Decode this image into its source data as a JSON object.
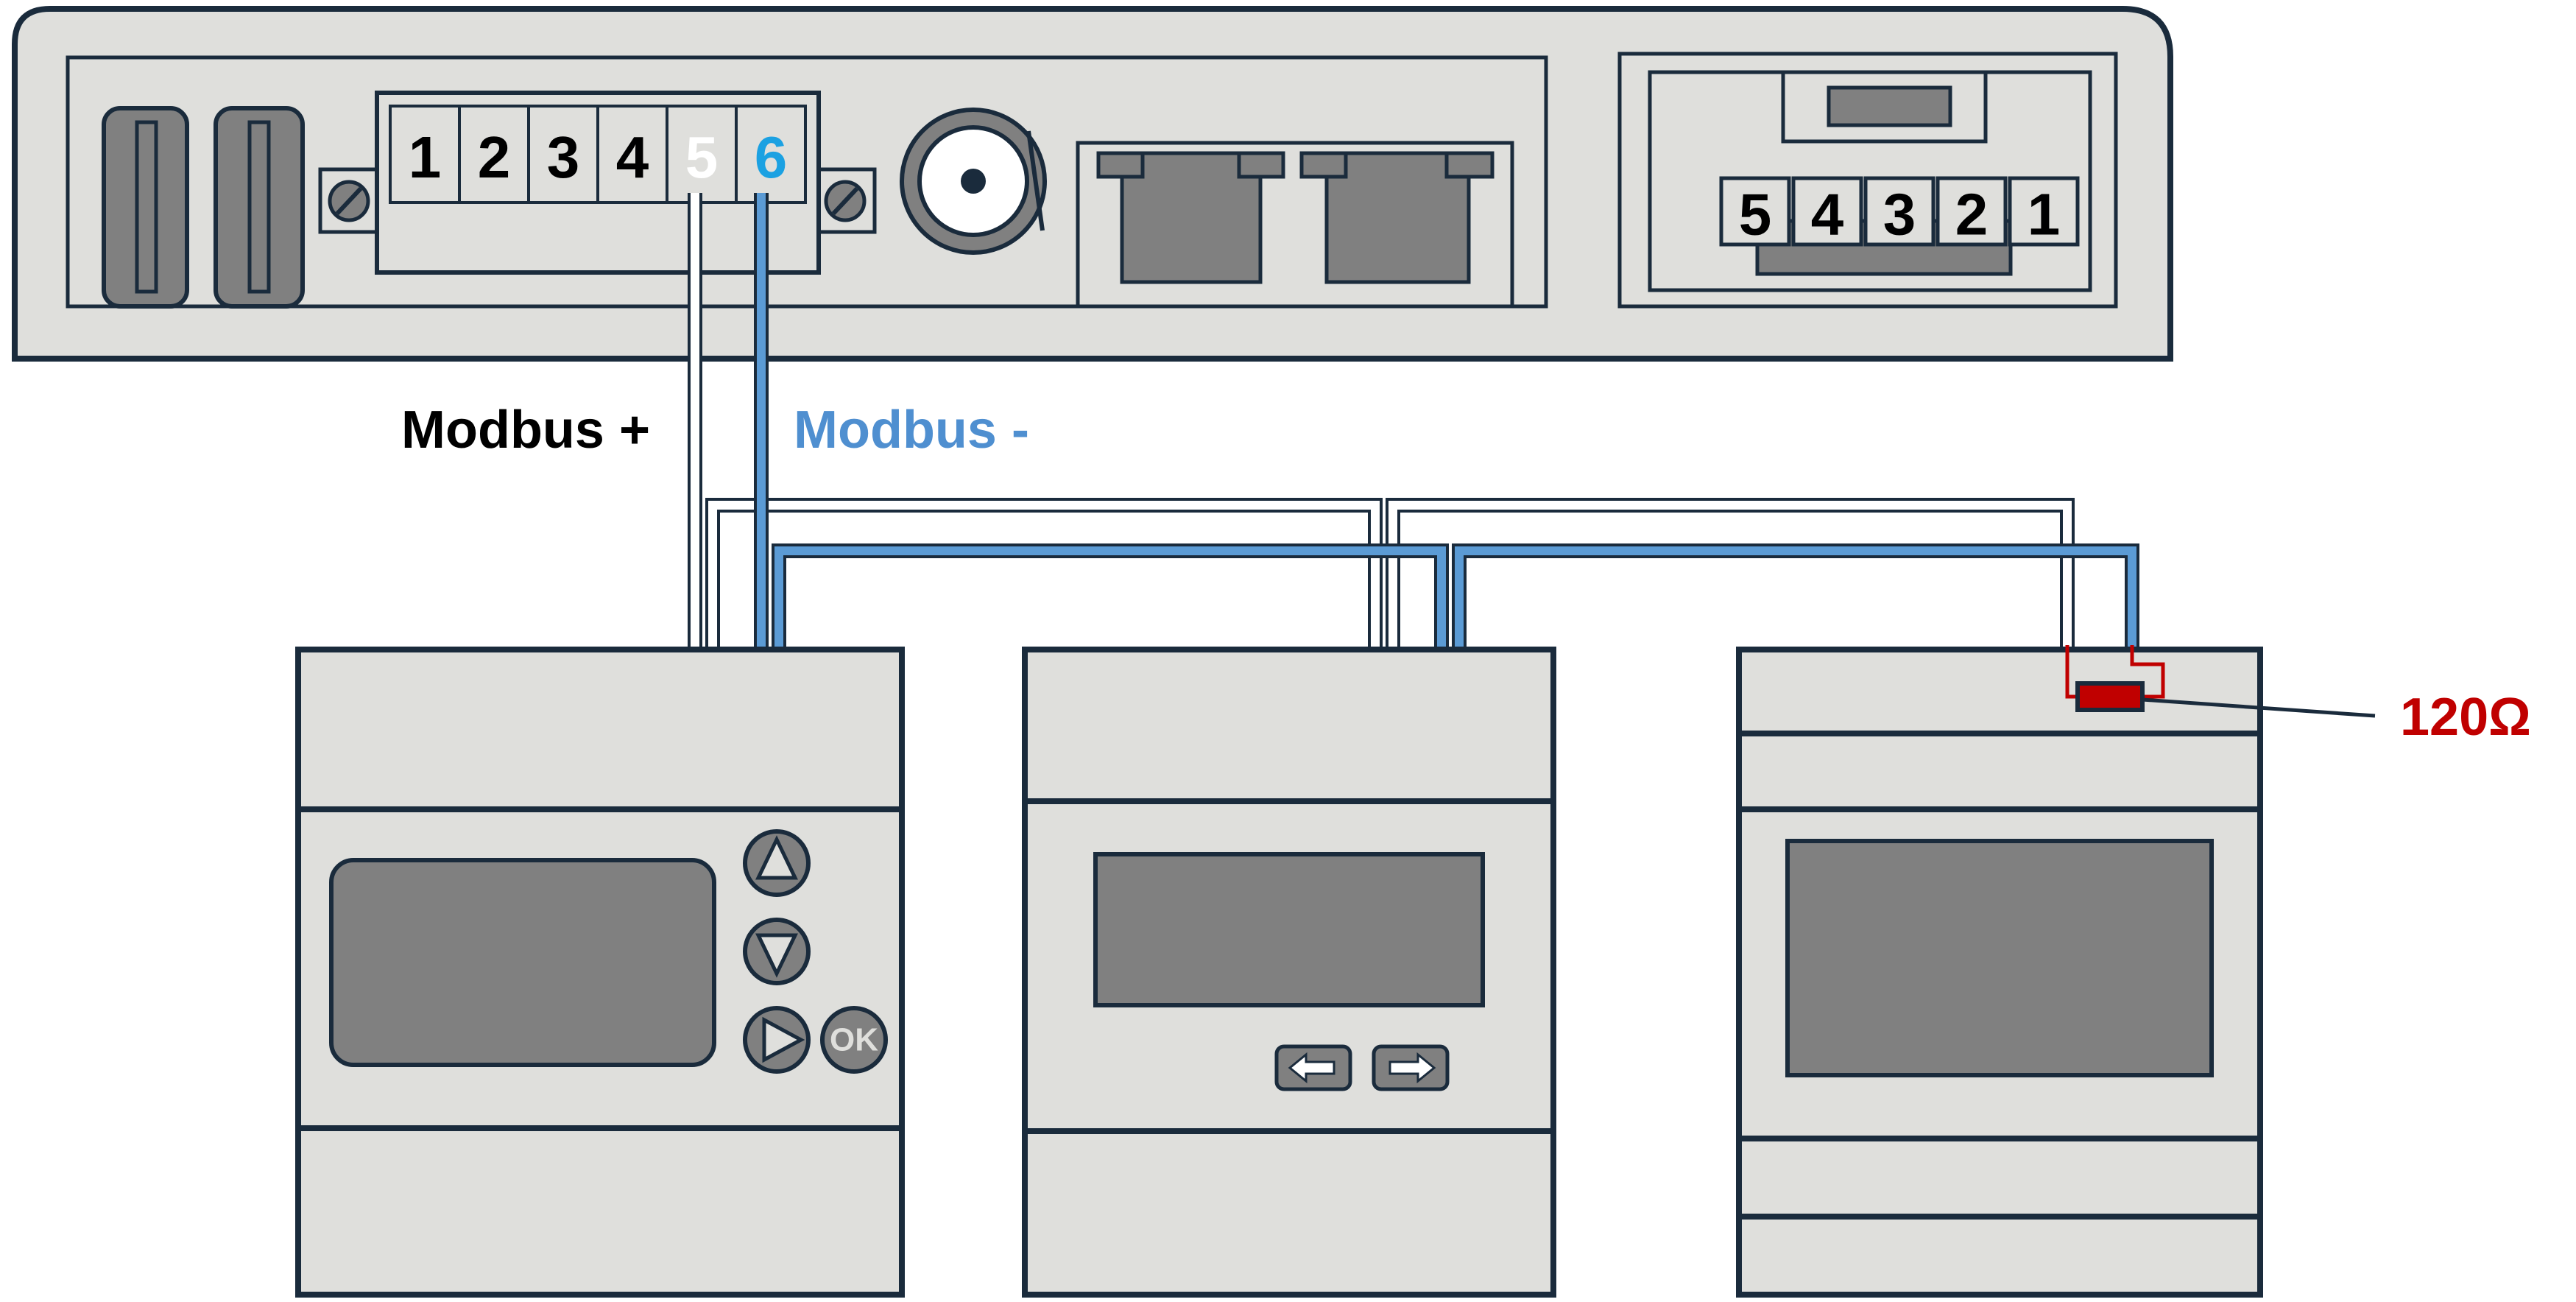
{
  "gateway": {
    "terminal_block": {
      "pins": [
        "1",
        "2",
        "3",
        "4",
        "5",
        "6"
      ],
      "modbus_plus_pin_color": "#ffffff",
      "modbus_minus_pin_color": "#1ba1e2"
    },
    "side_connector": {
      "pins": [
        "5",
        "4",
        "3",
        "2",
        "1"
      ]
    }
  },
  "labels": {
    "modbus_plus": "Modbus +",
    "modbus_minus": "Modbus -",
    "termination_resistor": "120Ω"
  },
  "meter_1": {
    "ok_button": "OK"
  },
  "colors": {
    "housing": "#dfdfdc",
    "outline": "#1a2b3c",
    "wire_plus": "#ffffff",
    "wire_minus": "#5b9bd5",
    "modbus_plus_text": "#000000",
    "modbus_minus_text": "#4f8fd0",
    "resistor": "#c00000",
    "display": "#808080"
  }
}
